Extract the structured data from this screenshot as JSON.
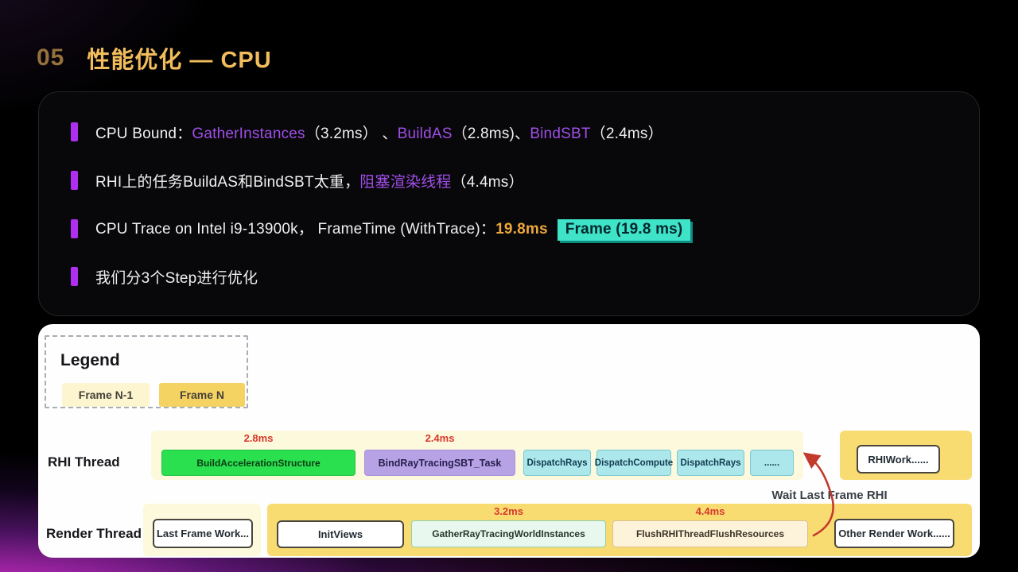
{
  "slide": {
    "number": "05",
    "title": "性能优化 — CPU",
    "bullets": [
      {
        "segments": [
          "CPU Bound：",
          "GatherInstances",
          "（3.2ms） 、",
          "BuildAS",
          "（2.8ms)、",
          "BindSBT",
          "（2.4ms）"
        ]
      },
      {
        "segments": [
          "RHI上的任务BuildAS和BindSBT太重，",
          "阻塞渲染线程",
          "（4.4ms）"
        ]
      },
      {
        "segments": [
          "CPU Trace on Intel i9-13900k，  FrameTime (WithTrace)：",
          "19.8ms"
        ],
        "badge": "Frame (19.8 ms)"
      },
      {
        "segments": [
          "我们分3个Step进行优化"
        ]
      }
    ]
  },
  "diagram": {
    "legend": {
      "title": "Legend",
      "items": [
        {
          "label": "Frame N-1"
        },
        {
          "label": "Frame N"
        }
      ]
    },
    "rows": {
      "rhi": {
        "label": "RHI Thread",
        "blocks": {
          "build": {
            "label": "BuildAccelerationStructure",
            "time": "2.8ms"
          },
          "bind": {
            "label": "BindRayTracingSBT_Task",
            "time": "2.4ms"
          },
          "dispatch1": {
            "label": "DispatchRays"
          },
          "dispatch2": {
            "label": "DispatchCompute"
          },
          "dispatch3": {
            "label": "DispatchRays"
          },
          "more": {
            "label": "......"
          },
          "rhiwork": {
            "label": "RHIWork......"
          }
        }
      },
      "render": {
        "label": "Render Thread",
        "blocks": {
          "last": {
            "label": "Last Frame Work..."
          },
          "init": {
            "label": "InitViews"
          },
          "gather": {
            "label": "GatherRayTracingWorldInstances",
            "time": "3.2ms"
          },
          "flush": {
            "label": "FlushRHIThreadFlushResources",
            "time": "4.4ms"
          },
          "other": {
            "label": "Other Render Work......"
          }
        }
      }
    },
    "annotation": "Wait Last Frame RHI"
  },
  "colors": {
    "title_gold": "#f2bd5c",
    "slide_number_gold": "#96713d",
    "bullet_marker_purple": "#b02ef0",
    "keyword_purple": "#a04ee8",
    "time_gold": "#eda63c",
    "badge_teal": "#3ee3c8",
    "time_label_red": "#d8382b",
    "frame_n_gold": "#f5d363",
    "frame_n1_cream": "#fcf5d0",
    "block_green": "#2ae04e",
    "block_lavender": "#b7a2e6",
    "block_teal": "#ace7eb",
    "arrow_red": "#c23a2c"
  }
}
